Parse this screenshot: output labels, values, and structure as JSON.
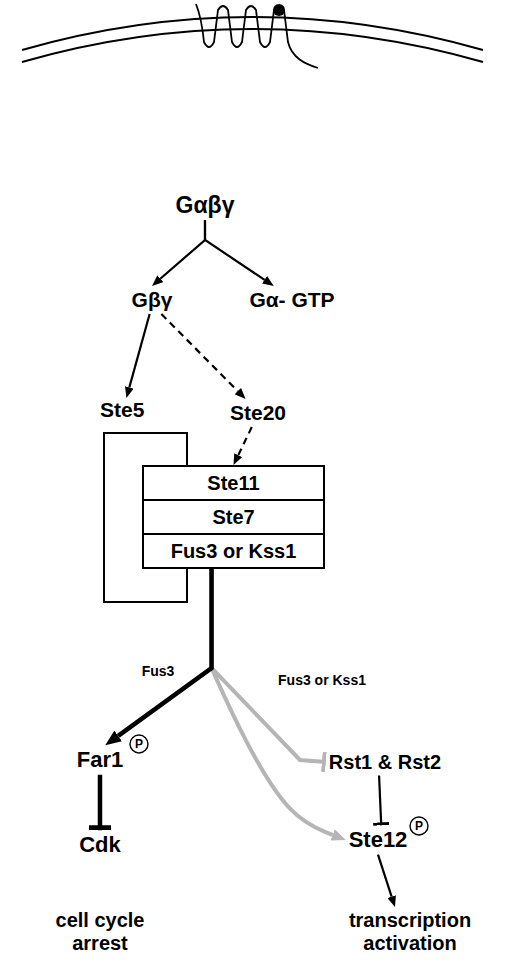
{
  "diagram": {
    "nodes": [
      {
        "text": [
          "Gαβγ"
        ]
      },
      {
        "text": [
          "Gβγ"
        ]
      },
      {
        "text": [
          "Gα- GTP"
        ]
      },
      {
        "text": [
          "Ste5"
        ]
      },
      {
        "text": [
          "Ste20"
        ]
      },
      {
        "text": [
          "Ste11"
        ]
      },
      {
        "text": [
          "Ste7"
        ]
      },
      {
        "text": [
          "Fus3 or Kss1"
        ]
      },
      {
        "text": [
          "Far1"
        ]
      },
      {
        "text": [
          "P"
        ]
      },
      {
        "text": [
          "Rst1 & Rst2"
        ]
      },
      {
        "text": [
          "Ste12"
        ]
      },
      {
        "text": [
          "P"
        ]
      },
      {
        "text": [
          "Cdk"
        ]
      },
      {
        "text": [
          "transcription activation"
        ]
      }
    ],
    "edges": [
      {
        "from": 0,
        "to": 1,
        "arrow": "to"
      },
      {
        "from": 0,
        "to": 2,
        "arrow": "to"
      },
      {
        "from": 1,
        "to": 3,
        "arrow": "to"
      },
      {
        "from": 1,
        "to": 4,
        "arrow": "to"
      },
      {
        "from": 4,
        "to": 5,
        "arrow": "to"
      },
      {
        "from": 7,
        "to": 8,
        "label": "Fus3",
        "arrow": "to"
      },
      {
        "from": 7,
        "to": 10,
        "label": "Fus3 or Kss1",
        "arrow": "to"
      },
      {
        "from": 7,
        "to": 11,
        "arrow": "to"
      },
      {
        "from": 8,
        "to": 13,
        "arrow": "to"
      },
      {
        "from": 10,
        "to": 11,
        "arrow": "to"
      },
      {
        "from": 11,
        "to": 14,
        "arrow": "to"
      }
    ],
    "labels": [
      "cell cycle arrest"
    ]
  }
}
